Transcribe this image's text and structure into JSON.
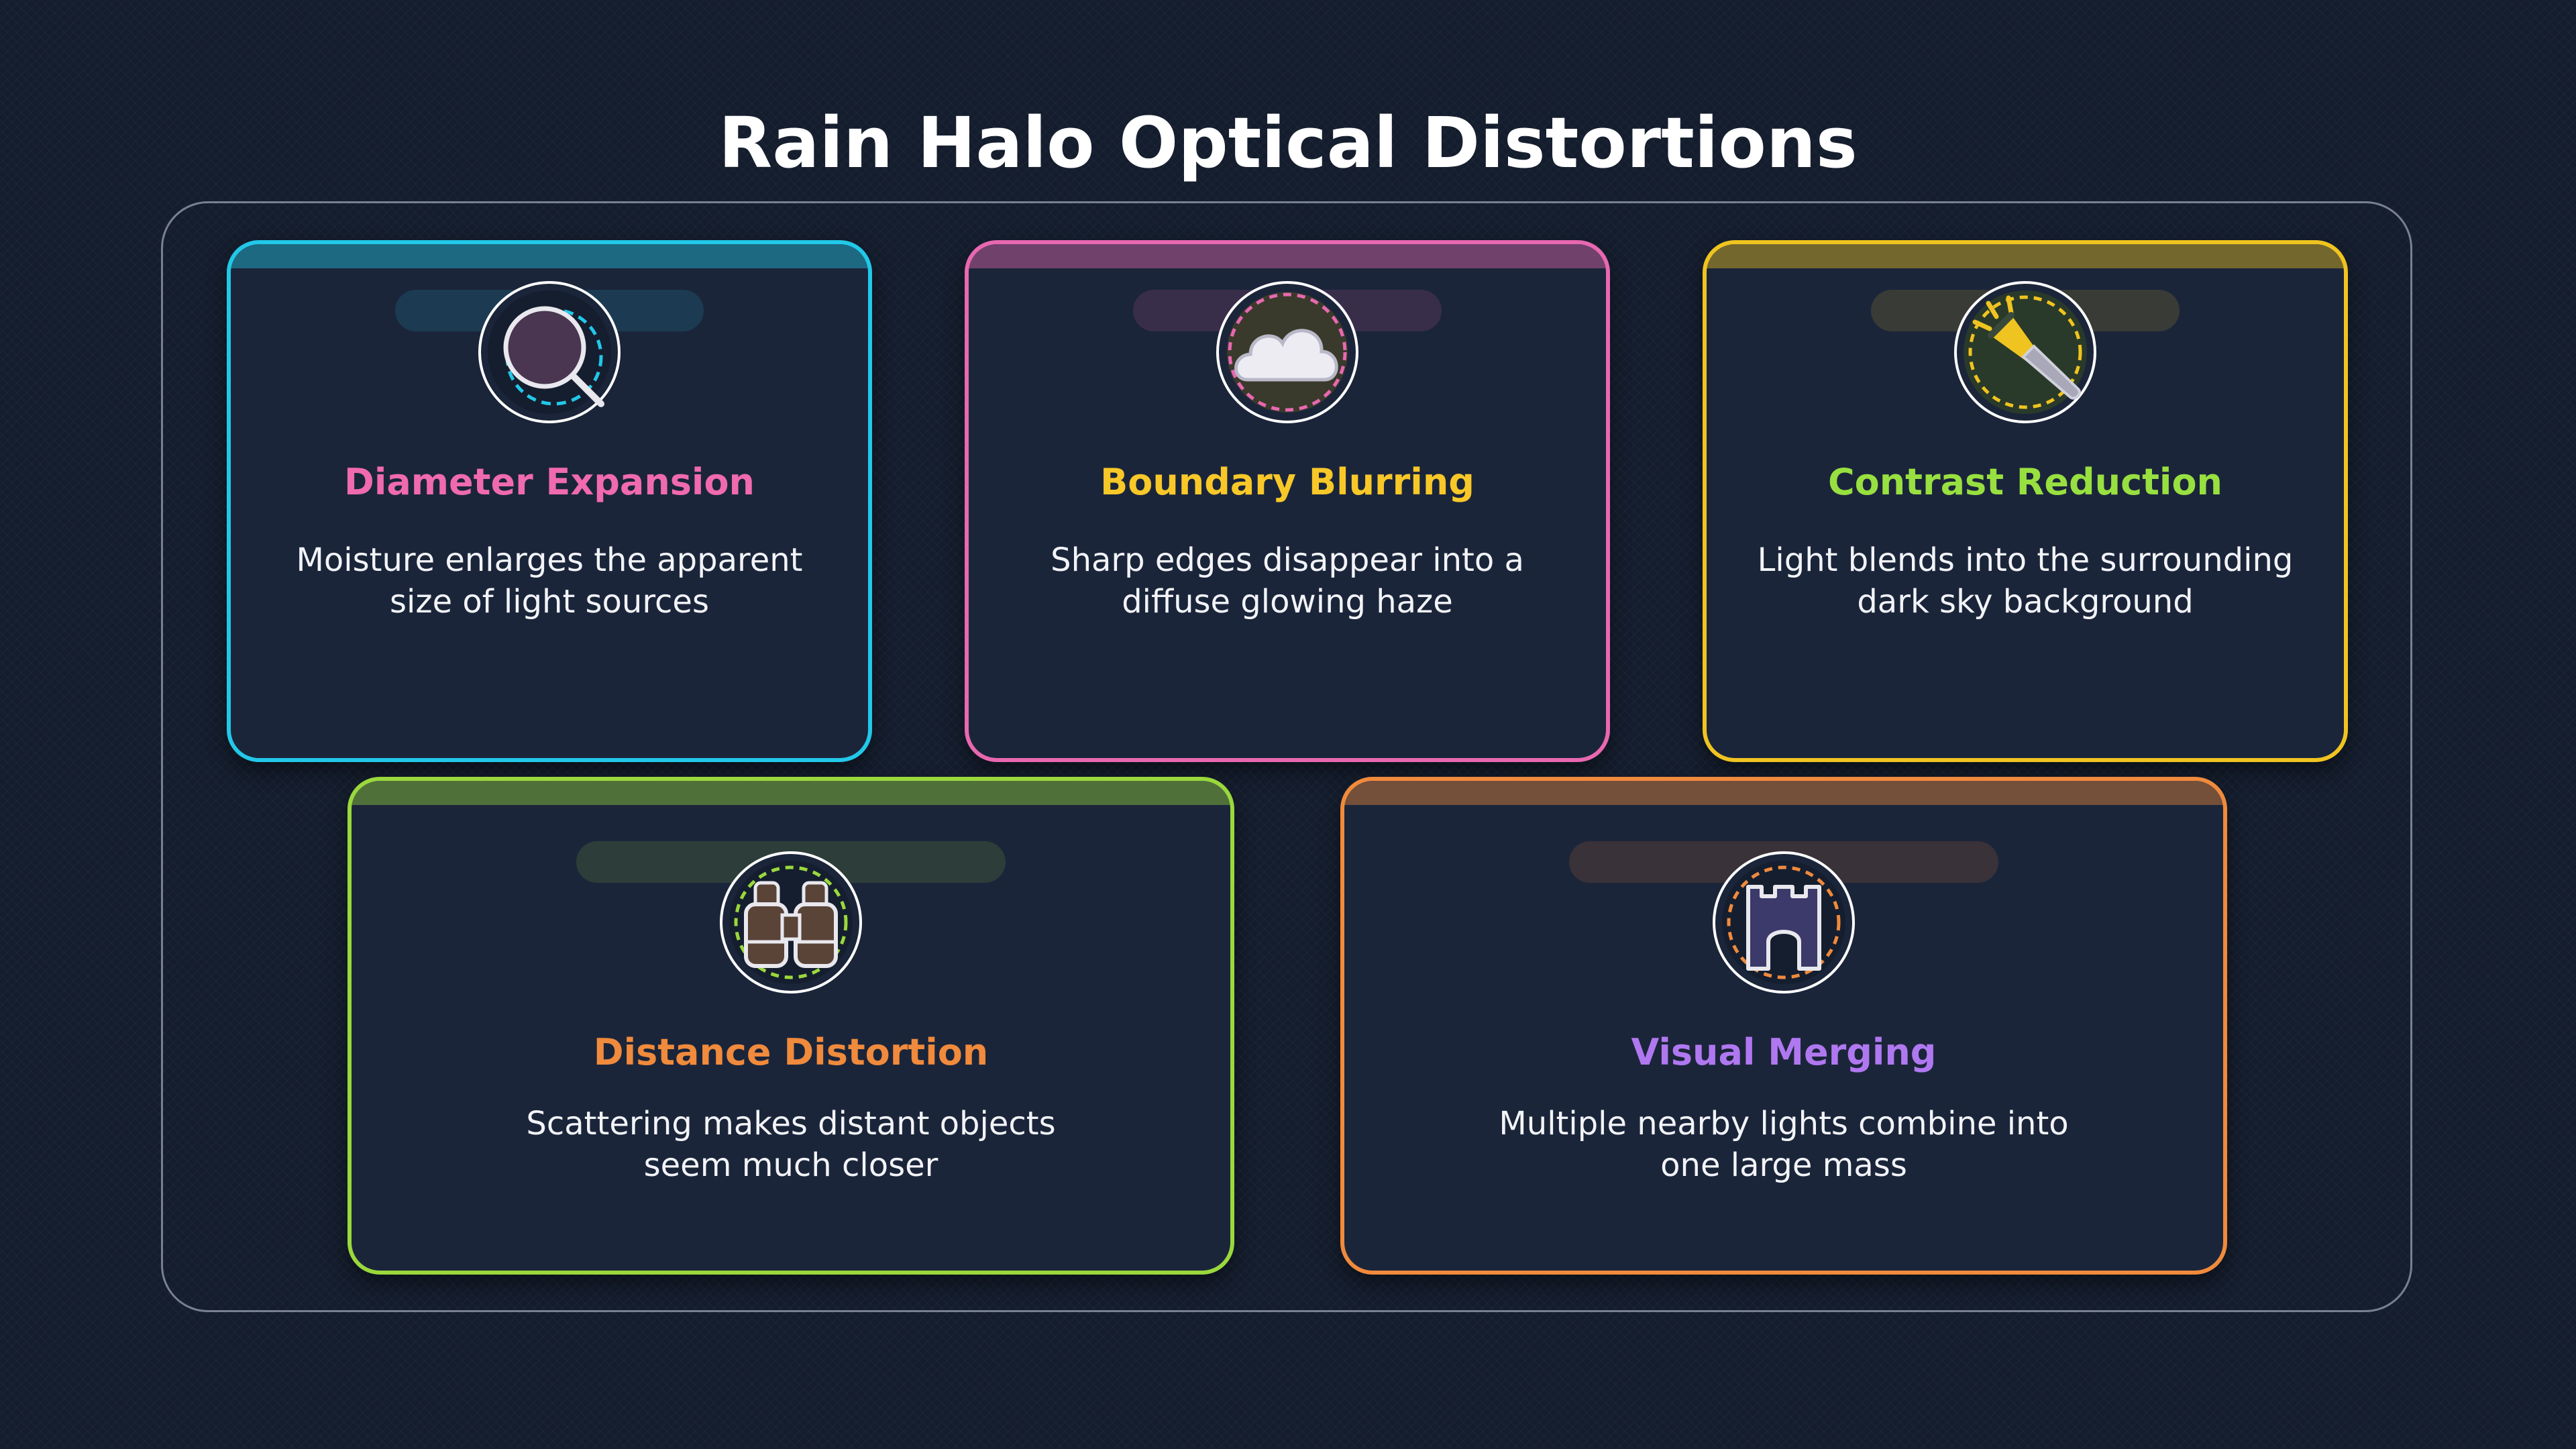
{
  "title": "Rain Halo Optical Distortions",
  "cards": [
    {
      "title": "Diameter Expansion",
      "description": "Moisture enlarges the apparent size of light sources",
      "icon": "magnifying-glass-icon",
      "border_color": "#22c8e8",
      "title_color": "#f06ab0"
    },
    {
      "title": "Boundary Blurring",
      "description": "Sharp edges disappear into a diffuse glowing haze",
      "icon": "cloud-icon",
      "border_color": "#e868b0",
      "title_color": "#f8c828"
    },
    {
      "title": "Contrast Reduction",
      "description": "Light blends into the surrounding dark sky background",
      "icon": "flashlight-icon",
      "border_color": "#f0c420",
      "title_color": "#98e040"
    },
    {
      "title": "Distance Distortion",
      "description": "Scattering makes distant objects seem much closer",
      "icon": "binoculars-icon",
      "border_color": "#9ad83c",
      "title_color": "#f08a3c"
    },
    {
      "title": "Visual Merging",
      "description": "Multiple nearby lights combine into one large mass",
      "icon": "castle-tower-icon",
      "border_color": "#f08a3c",
      "title_color": "#b078f0"
    }
  ]
}
